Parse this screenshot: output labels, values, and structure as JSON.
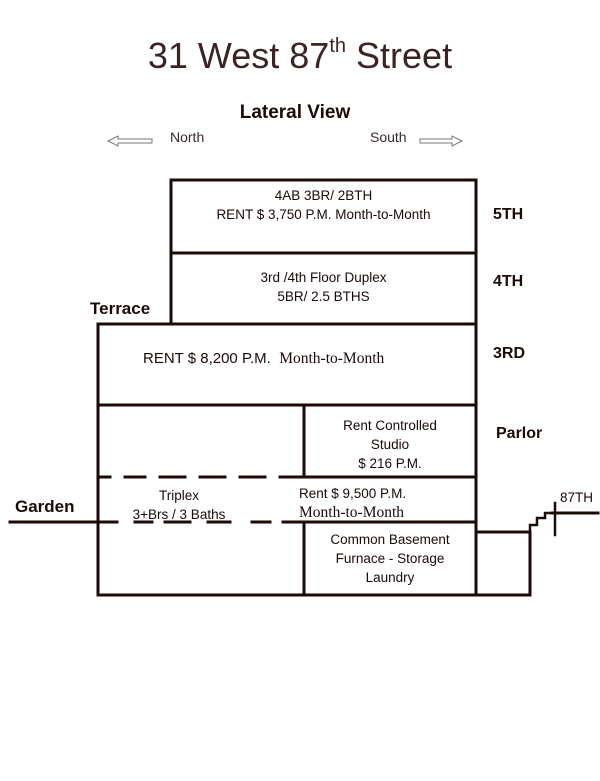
{
  "title": {
    "prefix": "31 West 87",
    "sup": "th",
    "suffix": " Street"
  },
  "subtitle": "Lateral View",
  "directions": {
    "north": "North",
    "south": "South"
  },
  "floor_labels": {
    "fifth": "5TH",
    "fourth": "4TH",
    "third": "3RD",
    "parlor": "Parlor"
  },
  "side_labels": {
    "terrace": "Terrace",
    "garden": "Garden",
    "street": "87TH"
  },
  "units": {
    "fifth_floor": {
      "line1": "4AB 3BR/ 2BTH",
      "line2": "RENT $ 3,750 P.M. Month-to-Month"
    },
    "duplex": {
      "line1": "3rd /4th Floor Duplex",
      "line2": "5BR/ 2.5 BTHS"
    },
    "third_floor": {
      "rent": "RENT $ 8,200 P.M.",
      "term": "Month-to-Month"
    },
    "studio": {
      "line1": "Rent Controlled",
      "line2": "Studio",
      "line3": "$ 216 P.M."
    },
    "triplex": {
      "line1": "Triplex",
      "line2": "3+Brs / 3 Baths"
    },
    "triplex_rent": {
      "rent": "Rent $ 9,500 P.M.",
      "term": "Month-to-Month"
    },
    "basement": {
      "line1": "Common Basement",
      "line2": "Furnace - Storage",
      "line3": "Laundry"
    }
  },
  "colors": {
    "line": "#1a0a08",
    "text": "#1a0a08",
    "title": "#3a2424"
  }
}
